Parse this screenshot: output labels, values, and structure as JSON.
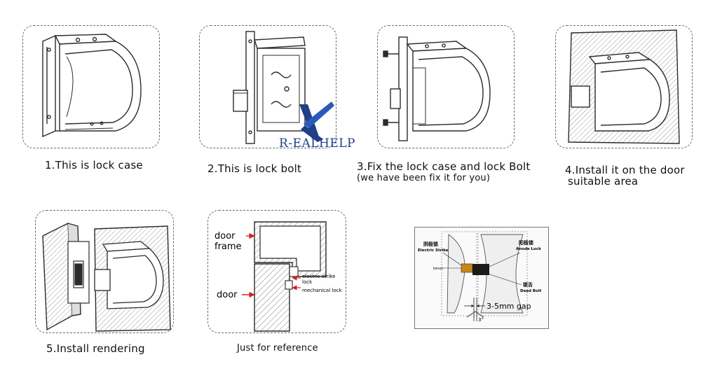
{
  "captions": {
    "step1": "1.This is lock case",
    "step2": "2.This is lock bolt",
    "step3_line1": "3.Fix the lock case and lock Bolt",
    "step3_line2": "(we have been fix it for you)",
    "step4_line1": "4.Install it on the door",
    "step4_line2": "suitable area",
    "step5": "5.Install rendering",
    "step6": "Just for reference"
  },
  "watermark": {
    "logo_letter": "K",
    "text": "R-EALHELP"
  },
  "reference_diagram": {
    "door_frame_label_line1": "door",
    "door_frame_label_line2": "frame",
    "door_label": "door",
    "electric_strike_label_line1": "electric strike",
    "electric_strike_label_line2": "lock",
    "mechanical_lock_label": "mechanical lock"
  },
  "photo_labels": {
    "cathode_cn": "阴极锁",
    "cathode_en": "Electric Strike",
    "anode_cn": "阳极锁",
    "anode_en": "Anode Lock",
    "tenon": "tenon",
    "deadbolt_cn": "锁舌",
    "deadbolt_en": "Dead Bolt",
    "gap": "3-5mm gap",
    "angle": "3°"
  },
  "colors": {
    "line": "#2b2b2b",
    "dashed_border": "#6a6a6a",
    "arrow": "#d32020",
    "watermark": "#1f3f87",
    "strike_orange": "#c7861a"
  }
}
